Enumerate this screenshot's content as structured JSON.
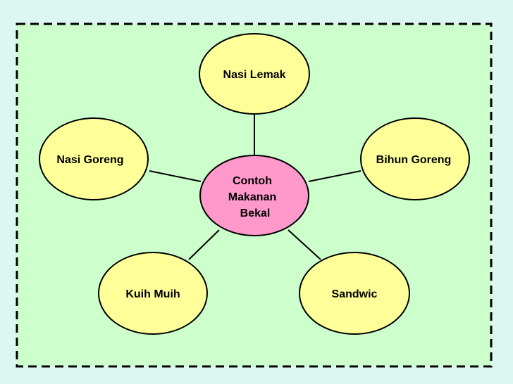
{
  "diagram": {
    "center": {
      "lines": [
        "Contoh",
        "Makanan",
        "Bekal"
      ]
    },
    "nodes": [
      {
        "id": "nasi-lemak",
        "label": "Nasi Lemak"
      },
      {
        "id": "nasi-goreng",
        "label": "Nasi Goreng"
      },
      {
        "id": "bihun-goreng",
        "label": "Bihun Goreng"
      },
      {
        "id": "kuih-muih",
        "label": "Kuih Muih"
      },
      {
        "id": "sandwic",
        "label": "Sandwic"
      }
    ]
  },
  "colors": {
    "page_background": "#dcf7ef",
    "frame_fill": "#ccffcc",
    "frame_border": "#000000",
    "center_fill": "#ff99cc",
    "node_fill": "#ffff99",
    "stroke": "#000000"
  }
}
